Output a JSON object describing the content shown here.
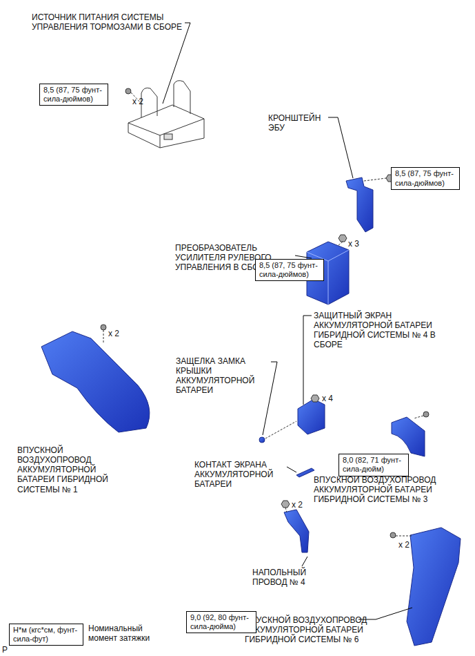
{
  "diagram": {
    "nodes": [
      {
        "text": [
          "8,5 (87, 75 фунт-сила-дюймов)"
        ]
      },
      {
        "text": [
          "8,5 (87, 75 фунт-сила-дюймов)"
        ]
      },
      {
        "text": [
          "8,5 (87, 75 фунт-сила-дюймов)"
        ]
      },
      {
        "text": [
          "8,0 (82, 71 фунт-сила-дюйм)"
        ]
      },
      {
        "text": [
          "9,0 (92, 80 фунт-сила-дюйма)"
        ]
      },
      {
        "text": [
          "Н*м (кгс*см, фунт-сила-фут)",
          "Номинальный момент затяжки"
        ]
      }
    ],
    "labels": [
      "ИСТОЧНИК ПИТАНИЯ СИСТЕМЫ УПРАВЛЕНИЯ ТОРМОЗАМИ В СБОРЕ",
      "x 2",
      "КРОНШТЕЙН ЭБУ",
      "x 2",
      "x 3",
      "ПРЕОБРАЗОВАТЕЛЬ УСИЛИТЕЛЯ РУЛЕВОГО УПРАВЛЕНИЯ В СБОРЕ",
      "x 2",
      "ЗАЩИТНЫЙ ЭКРАН АККУМУЛЯТОРНОЙ БАТАРЕИ ГИБРИДНОЙ СИСТЕМЫ № 4 В СБОРЕ",
      "ЗАЩЕЛКА ЗАМКА КРЫШКИ АККУМУЛЯТОРНОЙ БАТАРЕИ",
      "x 4",
      "ВПУСКНОЙ ВОЗДУХОПРОВОД АККУМУЛЯТОРНОЙ БАТАРЕИ ГИБРИДНОЙ СИСТЕМЫ № 1",
      "КОНТАКТ ЭКРАНА АККУМУЛЯТОРНОЙ БАТАРЕИ",
      "ВПУСКНОЙ ВОЗДУХОПРОВОД АККУМУЛЯТОРНОЙ БАТАРЕИ ГИБРИДНОЙ СИСТЕМЫ № 3",
      "x 2",
      "НАПОЛЬНЫЙ ПРОВОД № 4",
      "x 2",
      "ВПУСКНОЙ ВОЗДУХОПРОВОД АККУМУЛЯТОРНОЙ БАТАРЕИ ГИБРИДНОЙ СИСТЕМЫ № 6",
      "P"
    ]
  }
}
